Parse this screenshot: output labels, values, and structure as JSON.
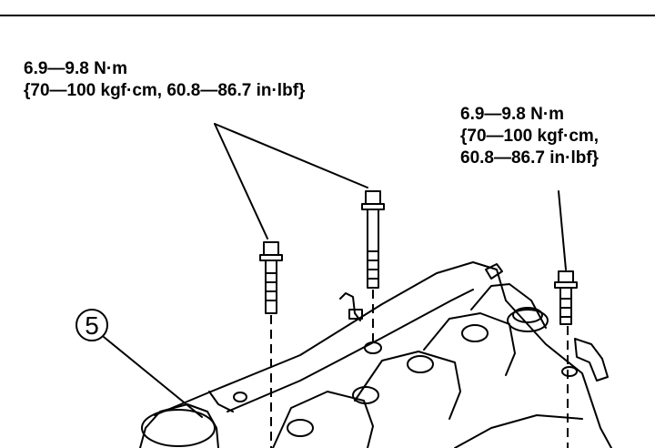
{
  "torque_spec_left": {
    "line1": "6.9—9.8 N·m",
    "line2": "{70—100 kgf·cm, 60.8—86.7 in·lbf}"
  },
  "torque_spec_right": {
    "line1": "6.9—9.8 N·m",
    "line2": "{70—100 kgf·cm,",
    "line3": "60.8—86.7 in·lbf}"
  },
  "callout": {
    "number": "5"
  },
  "colors": {
    "ink": "#000000",
    "paper": "#ffffff"
  }
}
